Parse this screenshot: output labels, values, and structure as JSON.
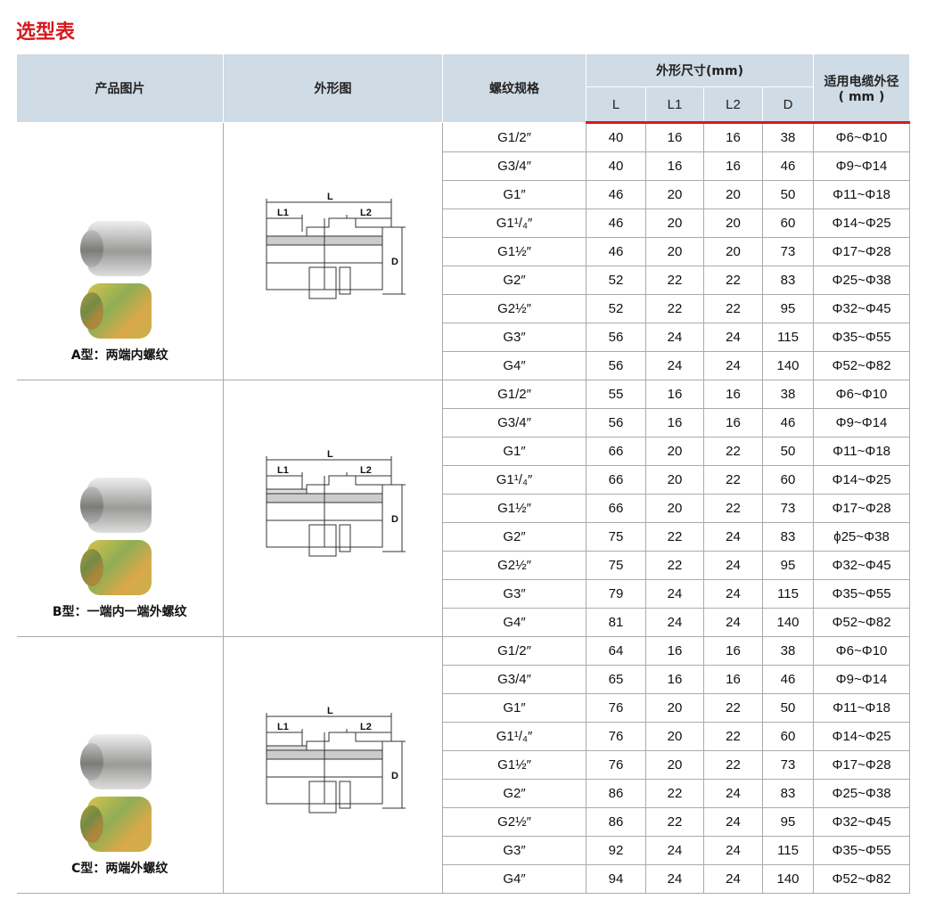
{
  "title": "选型表",
  "headers": {
    "photo": "产品图片",
    "drawing": "外形图",
    "thread": "螺纹规格",
    "dims": "外形尺寸(mm)",
    "L": "L",
    "L1": "L1",
    "L2": "L2",
    "D": "D",
    "cable": "适用电缆外径",
    "cable_unit": "( mm )"
  },
  "drawing_labels": {
    "L": "L",
    "L1": "L1",
    "L2": "L2",
    "D": "D"
  },
  "groups": [
    {
      "caption": "A型：两端内螺纹",
      "rows": [
        [
          "G1/2″",
          "40",
          "16",
          "16",
          "38",
          "Φ6~Φ10"
        ],
        [
          "G3/4″",
          "40",
          "16",
          "16",
          "46",
          "Φ9~Φ14"
        ],
        [
          "G1″",
          "46",
          "20",
          "20",
          "50",
          "Φ11~Φ18"
        ],
        [
          "G1¹/₄″",
          "46",
          "20",
          "20",
          "60",
          "Φ14~Φ25"
        ],
        [
          "G1½″",
          "46",
          "20",
          "20",
          "73",
          "Φ17~Φ28"
        ],
        [
          "G2″",
          "52",
          "22",
          "22",
          "83",
          "Φ25~Φ38"
        ],
        [
          "G2½″",
          "52",
          "22",
          "22",
          "95",
          "Φ32~Φ45"
        ],
        [
          "G3″",
          "56",
          "24",
          "24",
          "115",
          "Φ35~Φ55"
        ],
        [
          "G4″",
          "56",
          "24",
          "24",
          "140",
          "Φ52~Φ82"
        ]
      ]
    },
    {
      "caption": "B型：一端内一端外螺纹",
      "rows": [
        [
          "G1/2″",
          "55",
          "16",
          "16",
          "38",
          "Φ6~Φ10"
        ],
        [
          "G3/4″",
          "56",
          "16",
          "16",
          "46",
          "Φ9~Φ14"
        ],
        [
          "G1″",
          "66",
          "20",
          "22",
          "50",
          "Φ11~Φ18"
        ],
        [
          "G1¹/₄″",
          "66",
          "20",
          "22",
          "60",
          "Φ14~Φ25"
        ],
        [
          "G1½″",
          "66",
          "20",
          "22",
          "73",
          "Φ17~Φ28"
        ],
        [
          "G2″",
          "75",
          "22",
          "24",
          "83",
          "ϕ25~Φ38"
        ],
        [
          "G2½″",
          "75",
          "22",
          "24",
          "95",
          "Φ32~Φ45"
        ],
        [
          "G3″",
          "79",
          "24",
          "24",
          "115",
          "Φ35~Φ55"
        ],
        [
          "G4″",
          "81",
          "24",
          "24",
          "140",
          "Φ52~Φ82"
        ]
      ]
    },
    {
      "caption": "C型：两端外螺纹",
      "rows": [
        [
          "G1/2″",
          "64",
          "16",
          "16",
          "38",
          "Φ6~Φ10"
        ],
        [
          "G3/4″",
          "65",
          "16",
          "16",
          "46",
          "Φ9~Φ14"
        ],
        [
          "G1″",
          "76",
          "20",
          "22",
          "50",
          "Φ11~Φ18"
        ],
        [
          "G1¹/₄″",
          "76",
          "20",
          "22",
          "60",
          "Φ14~Φ25"
        ],
        [
          "G1½″",
          "76",
          "20",
          "22",
          "73",
          "Φ17~Φ28"
        ],
        [
          "G2″",
          "86",
          "22",
          "24",
          "83",
          "Φ25~Φ38"
        ],
        [
          "G2½″",
          "86",
          "22",
          "24",
          "95",
          "Φ32~Φ45"
        ],
        [
          "G3″",
          "92",
          "24",
          "24",
          "115",
          "Φ35~Φ55"
        ],
        [
          "G4″",
          "94",
          "24",
          "24",
          "140",
          "Φ52~Φ82"
        ]
      ]
    }
  ]
}
